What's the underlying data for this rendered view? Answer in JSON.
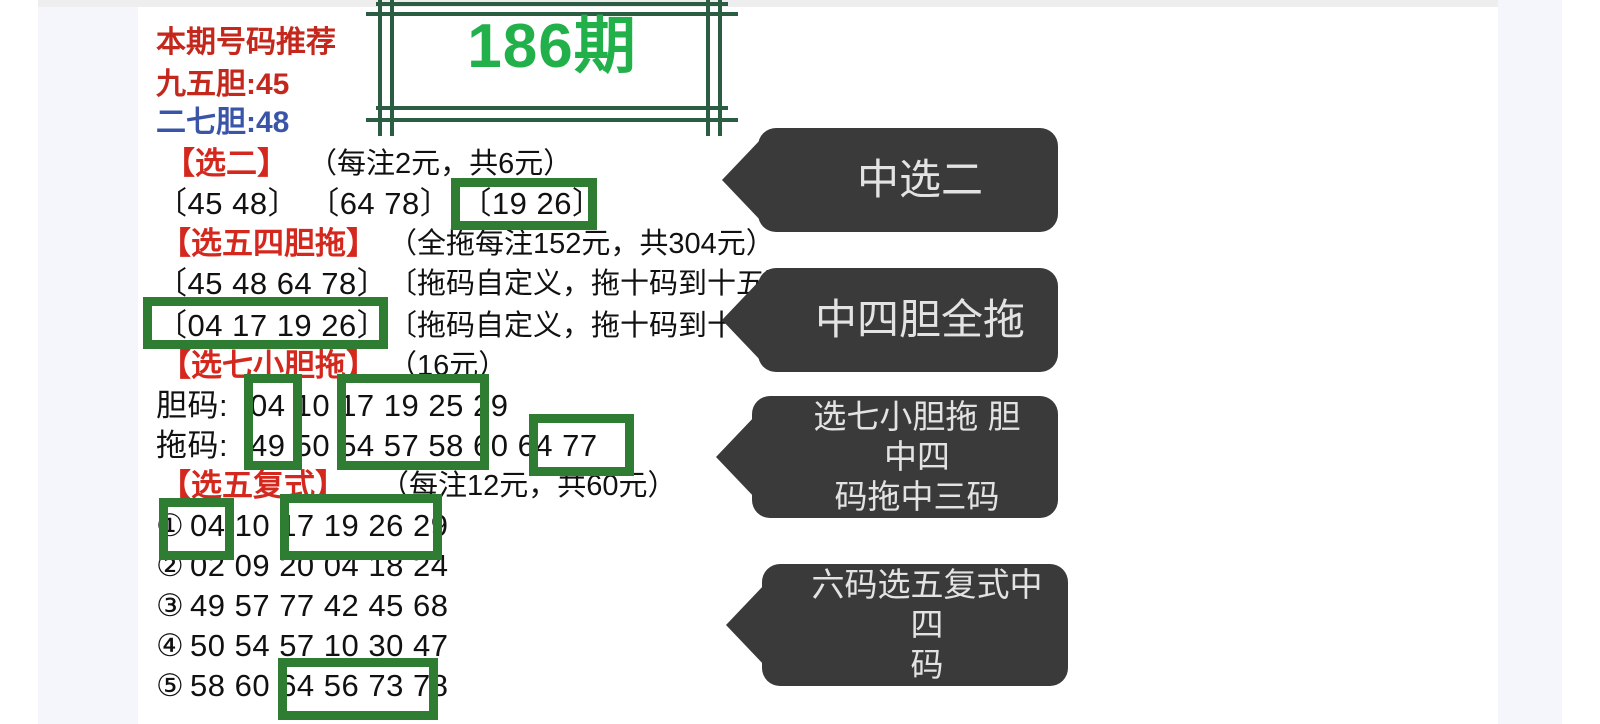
{
  "theme": {
    "red": "#c4271c",
    "blue": "#3a54a8",
    "green_text": "#22b04b",
    "green_frame": "#2b5d43",
    "green_highlight": "#2e7d32",
    "bubble_bg": "#3a3a3a",
    "bubble_text": "#e3e3e3",
    "page_side": "#f5f6fb"
  },
  "issue": {
    "label": "186期"
  },
  "header": {
    "title": "本期号码推荐",
    "dan_1": "九五胆:45",
    "dan_2": "二七胆:48"
  },
  "sections": [
    {
      "id": "xuan-er",
      "title": "【选二】",
      "note": "（每注2元，共6元）",
      "numbers": "〔45 48〕 〔64 78〕 〔19 26〕"
    },
    {
      "id": "xuan-wu-si-dan-tuo",
      "title": "【选五四胆拖】",
      "note": "（全拖每注152元，共304元）",
      "row1_numbers": "〔45 48 64 78〕",
      "row1_note": "〔拖码自定义，拖十码到十五码为最佳〕",
      "row2_numbers": "〔04 17 19 26〕",
      "row2_note": "〔拖码自定义，拖十码到十五码为最佳〕"
    },
    {
      "id": "xuan-qi-xiao-dan-tuo",
      "title": "【选七小胆拖】",
      "note": "（16元）",
      "dan_label": "胆码:",
      "dan_numbers": "04 10 17 19 25 29",
      "tuo_label": "拖码:",
      "tuo_numbers": "49 50 54 57 58 60 64 77"
    },
    {
      "id": "xuan-wu-fu-shi",
      "title": "【选五复式】",
      "note": "（每注12元，共60元）",
      "rows": [
        {
          "index": "①",
          "numbers": "04 10 17 19 26 29"
        },
        {
          "index": "②",
          "numbers": "02 09 20 04 18 24"
        },
        {
          "index": "③",
          "numbers": "49 57 77 42 45 68"
        },
        {
          "index": "④",
          "numbers": "50 54 57 10 30 47"
        },
        {
          "index": "⑤",
          "numbers": "58 60 64 56 73 78"
        }
      ]
    }
  ],
  "bubbles": [
    {
      "id": "bubble-xuan-er",
      "text": "中选二"
    },
    {
      "id": "bubble-si-dan-quan-tuo",
      "text": "中四胆全拖"
    },
    {
      "id": "bubble-xuan-qi",
      "line1": "选七小胆拖 胆中四",
      "line2": "码拖中三码"
    },
    {
      "id": "bubble-fu-shi",
      "line1": "六码选五复式中四",
      "line2": "码"
    }
  ]
}
